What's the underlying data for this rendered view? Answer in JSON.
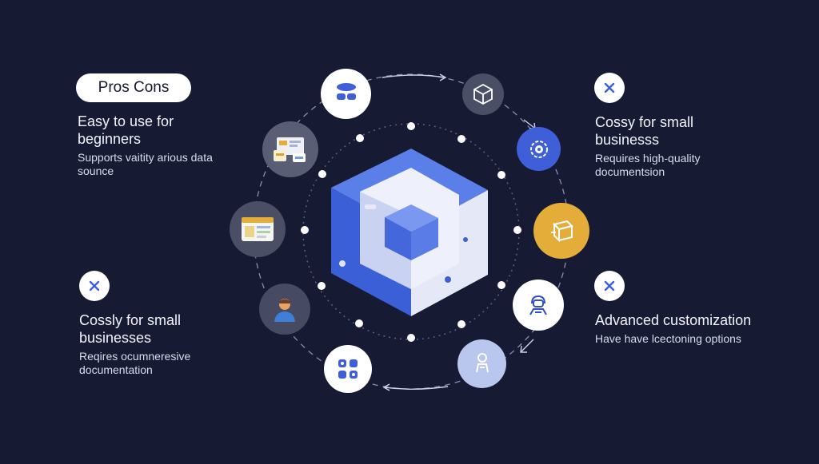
{
  "tag": {
    "label": "Pros Cons"
  },
  "pros": {
    "heading": "Easy to use for beginners",
    "detail": "Supports vaitity arious data sounce"
  },
  "cons_left": {
    "heading": "Cossly for small businesses",
    "detail": "Reqires ocumneresive documentation"
  },
  "cons_right_top": {
    "heading": "Cossy for small businesss",
    "detail": "Requires high-quality documentsion"
  },
  "cons_right_bottom": {
    "heading": "Advanced customization",
    "detail": "Have have lcectoning options"
  },
  "icons": {
    "center": "isometric-cube-icon",
    "nodes": [
      "database-icon",
      "cube-outline-icon",
      "badge-gear-icon",
      "package-box-icon",
      "support-agent-icon",
      "user-figure-icon",
      "app-grid-icon",
      "person-avatar-icon",
      "browser-window-icon",
      "dashboard-cards-icon"
    ],
    "cons": "close-icon"
  },
  "colors": {
    "background": "#171a33",
    "accent_blue": "#3f5fd8",
    "gold": "#e4ad3a",
    "node_white": "#ffffff",
    "node_gray": "#4b4f66",
    "badge_x": "#3f5fd8"
  }
}
